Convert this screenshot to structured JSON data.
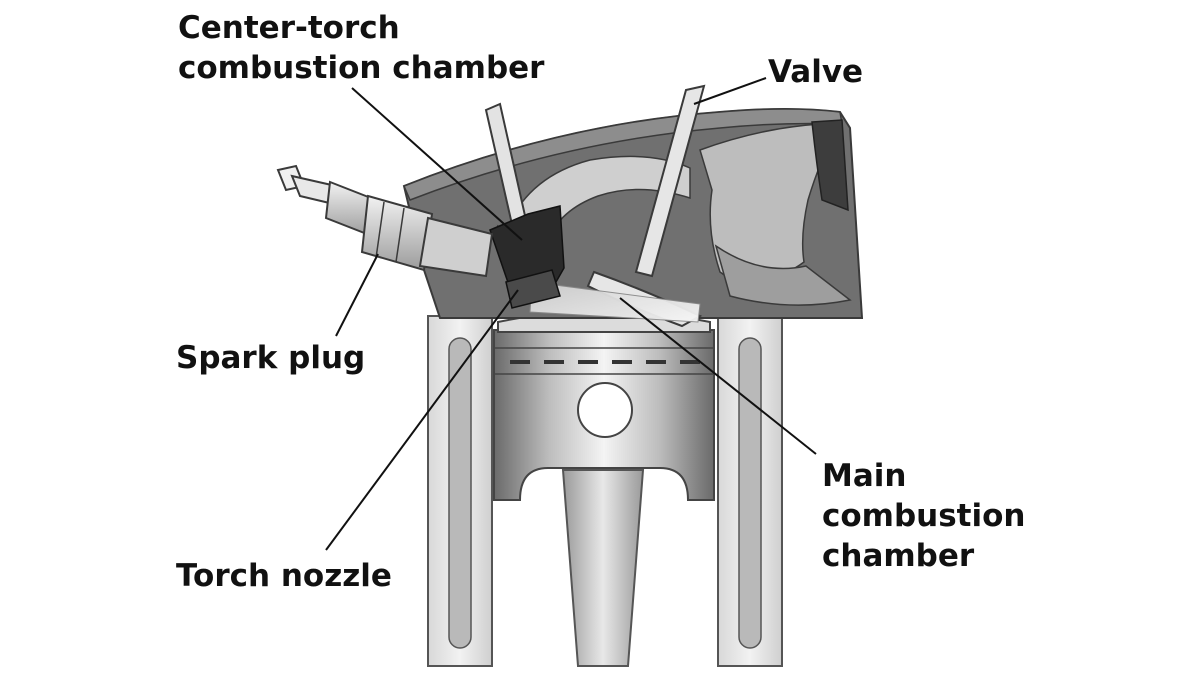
{
  "diagram": {
    "labels": {
      "center_torch": {
        "lines": [
          "Center-torch",
          "combustion chamber"
        ]
      },
      "valve": "Valve",
      "spark_plug": "Spark plug",
      "torch_nozzle": "Torch nozzle",
      "main_chamber": {
        "lines": [
          "Main",
          "combustion",
          "chamber"
        ]
      }
    },
    "colors": {
      "background": "#ffffff",
      "head_dark": "#6f6f6f",
      "head_mid": "#8a8a8a",
      "metal_light": "#e6e6e6",
      "torch_chamber": "#2a2a2a",
      "leader_line": "#111111"
    }
  }
}
